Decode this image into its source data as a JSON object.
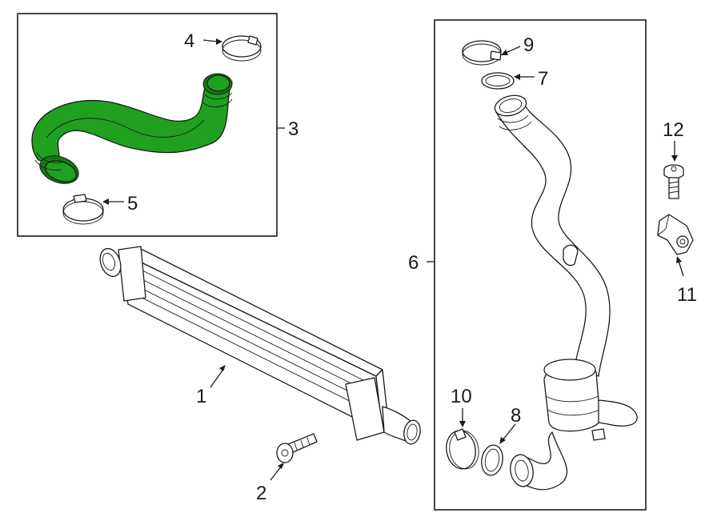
{
  "callouts": [
    {
      "id": "1",
      "label": "1"
    },
    {
      "id": "2",
      "label": "2"
    },
    {
      "id": "3",
      "label": "3"
    },
    {
      "id": "4",
      "label": "4"
    },
    {
      "id": "5",
      "label": "5"
    },
    {
      "id": "6",
      "label": "6"
    },
    {
      "id": "7",
      "label": "7"
    },
    {
      "id": "8",
      "label": "8"
    },
    {
      "id": "9",
      "label": "9"
    },
    {
      "id": "10",
      "label": "10"
    },
    {
      "id": "11",
      "label": "11"
    },
    {
      "id": "12",
      "label": "12"
    }
  ],
  "colors": {
    "highlight": "#1fa01f",
    "line": "#1a1a1a",
    "background": "#ffffff"
  },
  "highlighted_part": "3"
}
